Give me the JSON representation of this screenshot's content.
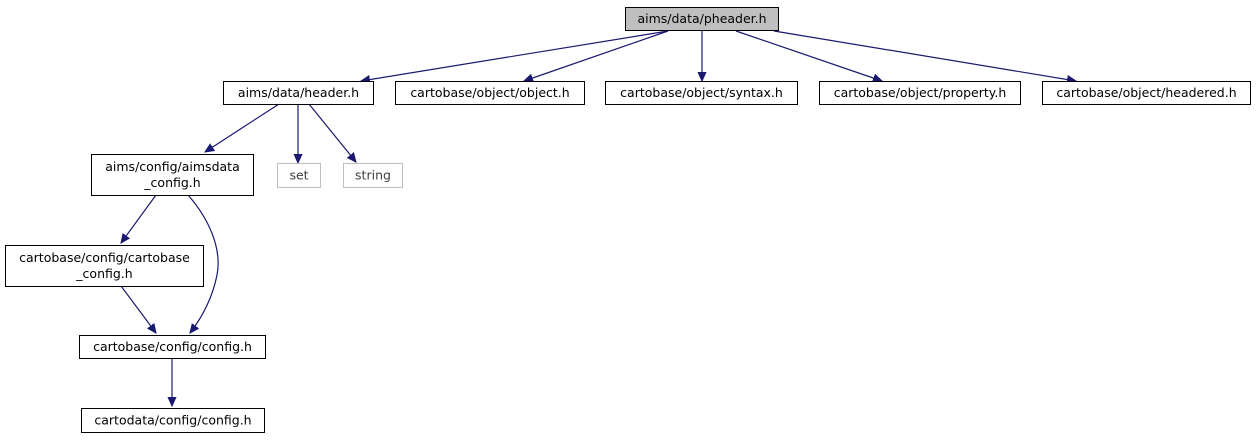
{
  "nodes": [
    {
      "id": "pheader",
      "lines": [
        "aims/data/pheader.h"
      ],
      "root": true
    },
    {
      "id": "header",
      "lines": [
        "aims/data/header.h"
      ]
    },
    {
      "id": "object",
      "lines": [
        "cartobase/object/object.h"
      ]
    },
    {
      "id": "syntax",
      "lines": [
        "cartobase/object/syntax.h"
      ]
    },
    {
      "id": "property",
      "lines": [
        "cartobase/object/property.h"
      ]
    },
    {
      "id": "headered",
      "lines": [
        "cartobase/object/headered.h"
      ]
    },
    {
      "id": "aimsdata_config",
      "lines": [
        "aims/config/aimsdata",
        "_config.h"
      ]
    },
    {
      "id": "set",
      "lines": [
        "set"
      ],
      "external": true
    },
    {
      "id": "string",
      "lines": [
        "string"
      ],
      "external": true
    },
    {
      "id": "cartobase_config",
      "lines": [
        "cartobase/config/cartobase",
        "_config.h"
      ]
    },
    {
      "id": "cb_config",
      "lines": [
        "cartobase/config/config.h"
      ]
    },
    {
      "id": "cd_config",
      "lines": [
        "cartodata/config/config.h"
      ]
    }
  ],
  "edges": [
    {
      "from": "pheader",
      "to": "header"
    },
    {
      "from": "pheader",
      "to": "object"
    },
    {
      "from": "pheader",
      "to": "syntax"
    },
    {
      "from": "pheader",
      "to": "property"
    },
    {
      "from": "pheader",
      "to": "headered"
    },
    {
      "from": "header",
      "to": "aimsdata_config"
    },
    {
      "from": "header",
      "to": "set"
    },
    {
      "from": "header",
      "to": "string"
    },
    {
      "from": "aimsdata_config",
      "to": "cartobase_config"
    },
    {
      "from": "aimsdata_config",
      "to": "cb_config"
    },
    {
      "from": "cartobase_config",
      "to": "cb_config"
    },
    {
      "from": "cb_config",
      "to": "cd_config"
    }
  ],
  "colors": {
    "edge": "#191970",
    "node_border": "#000000",
    "root_fill": "#bfbfbf",
    "external_border": "#bfbfbf",
    "node_fill": "#ffffff"
  }
}
